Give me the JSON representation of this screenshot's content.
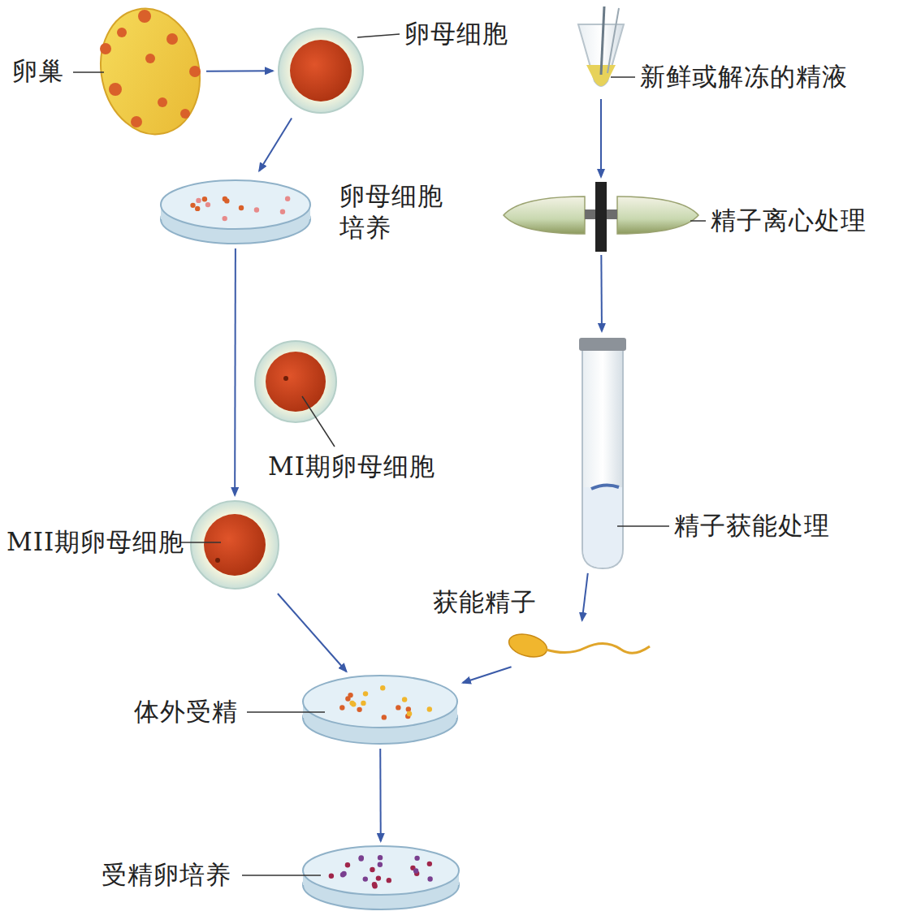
{
  "diagram": {
    "nodes": [
      {
        "text": [
          "卵巢"
        ]
      },
      {
        "text": [
          "卵母细胞"
        ]
      },
      {
        "text": [
          "卵母细胞培养"
        ]
      },
      {
        "text": [
          "MI期卵母细胞"
        ]
      },
      {
        "text": [
          "MII期卵母细胞"
        ]
      },
      {
        "text": [
          "新鲜或解冻的精液"
        ]
      },
      {
        "text": [
          "精子离心处理"
        ]
      },
      {
        "text": [
          "精子获能处理"
        ]
      },
      {
        "text": [
          "获能精子"
        ]
      },
      {
        "text": [
          "体外受精"
        ]
      },
      {
        "text": [
          "受精卵培养"
        ]
      }
    ],
    "edges": [
      {
        "from": 0,
        "to": 1,
        "arrow": "to"
      },
      {
        "from": 1,
        "to": 2,
        "arrow": "to"
      },
      {
        "from": 2,
        "to": 4,
        "arrow": "to"
      },
      {
        "from": 4,
        "to": 9,
        "arrow": "to"
      },
      {
        "from": 5,
        "to": 6,
        "arrow": "to"
      },
      {
        "from": 6,
        "to": 7,
        "arrow": "to"
      },
      {
        "from": 7,
        "to": 8,
        "arrow": "to"
      },
      {
        "from": 8,
        "to": 9,
        "arrow": "to"
      },
      {
        "from": 9,
        "to": 10,
        "arrow": "to"
      }
    ]
  }
}
